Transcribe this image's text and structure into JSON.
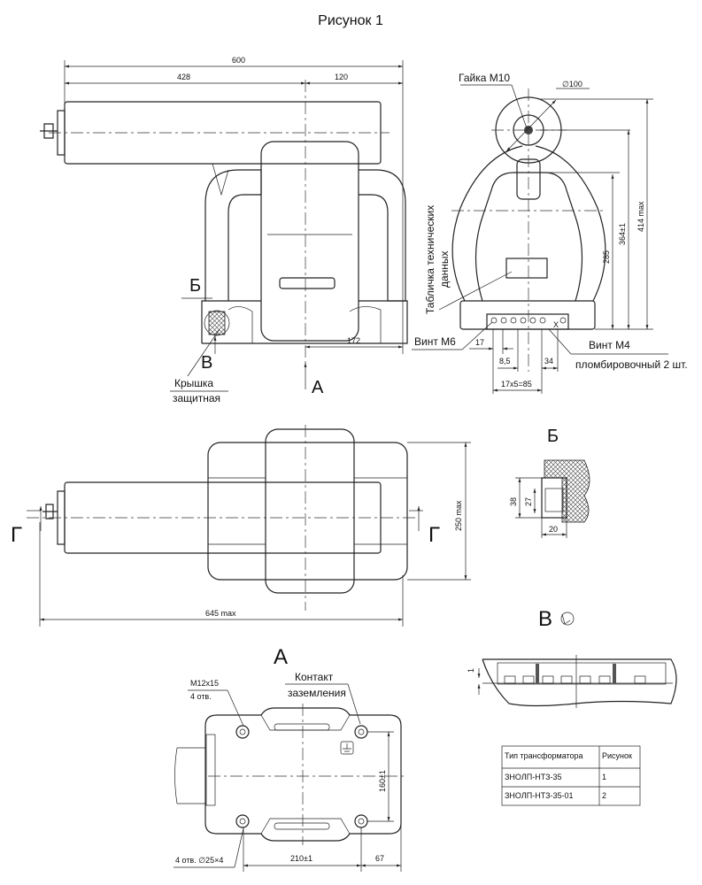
{
  "title": "Рисунок 1",
  "side_view": {
    "dim_total": "600",
    "dim_left": "428",
    "dim_right": "120",
    "dim_base": "172",
    "label_b": "Б",
    "label_v": "В",
    "label_a": "А",
    "cover_line1": "Крышка",
    "cover_line2": "защитная"
  },
  "front_view": {
    "nut_label": "Гайка М10",
    "diameter": "∅100",
    "plate_line1": "Табличка технических",
    "plate_line2": "данных",
    "dim_285": "285",
    "dim_364": "364±1",
    "dim_414": "414 max",
    "screw_m6": "Винт М6",
    "screw_m4": "Винт М4",
    "seal_label": "пломбировочный 2 шт.",
    "dim_17": "17",
    "dim_8_5": "8,5",
    "dim_34": "34",
    "dim_85": "17x5=85",
    "terminal_mark": "X"
  },
  "top_view": {
    "section_left": "Г",
    "section_right": "Г",
    "dim_645": "645 max",
    "dim_250": "250 max"
  },
  "detail_b": {
    "label": "Б",
    "dim_38": "38",
    "dim_27": "27",
    "dim_20": "20"
  },
  "detail_v": {
    "label": "В",
    "dim_1": "1"
  },
  "view_a": {
    "label": "А",
    "thread_label": "М12х15",
    "thread_holes": "4 отв.",
    "ground_line1": "Контакт",
    "ground_line2": "заземления",
    "holes_label": "4 отв.  ∅25×4",
    "dim_210": "210±1",
    "dim_67": "67",
    "dim_160": "160±1"
  },
  "table": {
    "headers": [
      "Тип трансформатора",
      "Рисунок"
    ],
    "rows": [
      [
        "ЗНОЛП-НТЗ-35",
        "1"
      ],
      [
        "ЗНОЛП-НТЗ-35-01",
        "2"
      ]
    ]
  }
}
